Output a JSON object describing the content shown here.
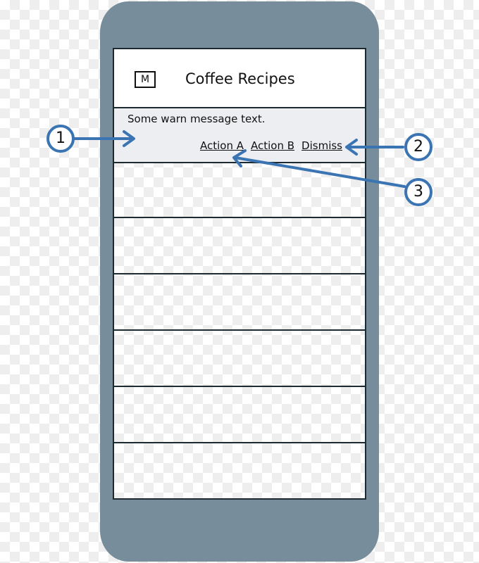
{
  "app": {
    "title": "Coffee Recipes",
    "menu_icon_label": "M"
  },
  "warning_banner": {
    "message": "Some warn message text.",
    "actions": [
      {
        "label": "Action A"
      },
      {
        "label": "Action B"
      },
      {
        "label": "Dismiss"
      }
    ]
  },
  "list": {
    "rows": 6
  },
  "callouts": [
    {
      "number": "1",
      "target": "warning banner body"
    },
    {
      "number": "2",
      "target": "dismiss action"
    },
    {
      "number": "3",
      "target": "action buttons"
    }
  ],
  "colors": {
    "phone_body": "#778d9b",
    "callout_blue": "#3a74b3",
    "banner_bg": "#eceef1",
    "outline": "#1d2a30"
  }
}
